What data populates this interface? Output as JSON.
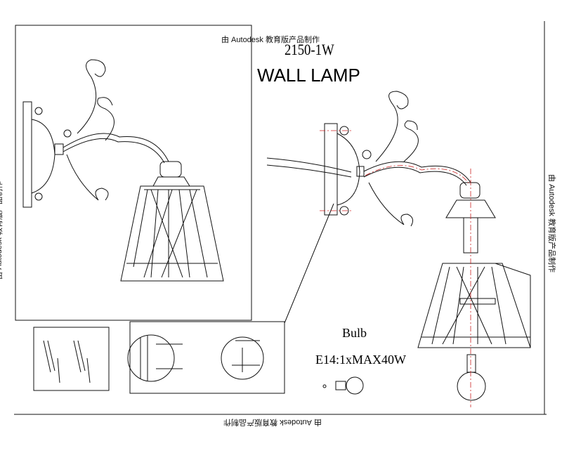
{
  "drawing": {
    "model_code": "2150-1W",
    "product_name": "WALL LAMP",
    "bulb_label": "Bulb",
    "bulb_spec": "E14:1xMAX40W"
  },
  "watermark": {
    "text": "由 Autodesk 教育版产品制作"
  },
  "colors": {
    "line": "#111111",
    "centerline": "#cc2222"
  }
}
